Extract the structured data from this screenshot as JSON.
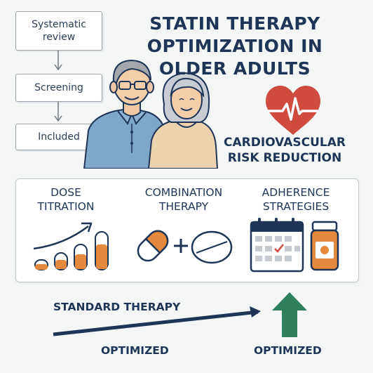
{
  "flowchart": {
    "steps": [
      "Systematic\nreview",
      "Screening",
      "Included"
    ]
  },
  "title": "STATIN THERAPY\nOPTIMIZATION IN\nOLDER ADULTS",
  "heart_label": "CARDIOVASCULAR\nRISK REDUCTION",
  "strategies": [
    {
      "label": "DOSE\nTITRATION",
      "icon": "bar-chart-titration-icon"
    },
    {
      "label": "COMBINATION\nTHERAPY",
      "icon": "capsule-plus-pill-icon"
    },
    {
      "label": "ADHERENCE\nSTRATEGIES",
      "icon": "calendar-pill-bottle-icon"
    }
  ],
  "comparison": {
    "standard_label": "STANDARD THERAPY",
    "optimized_label_left": "OPTIMIZED",
    "optimized_label_right": "OPTIMIZED"
  },
  "colors": {
    "navy": "#1e3557",
    "heart": "#cf4a3f",
    "orange": "#e58a3c",
    "green_arrow": "#2f7f5c",
    "shirt_blue": "#7fa7c9",
    "cardigan_beige": "#ecd3ae"
  }
}
